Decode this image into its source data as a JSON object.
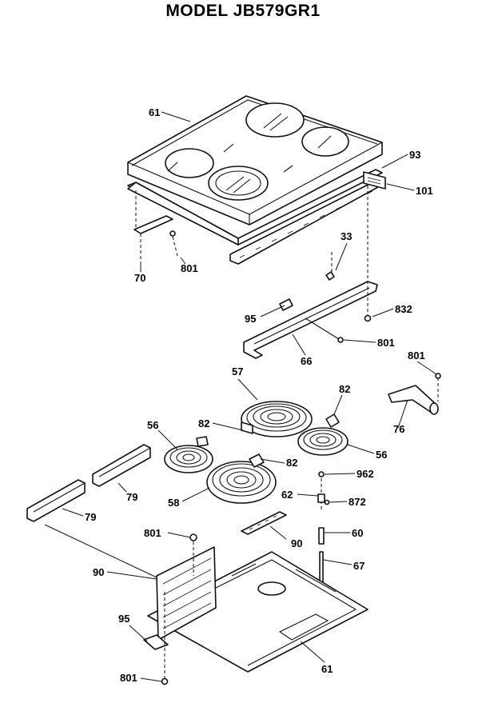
{
  "title": "MODEL JB579GR1",
  "labels": {
    "glass_cooktop": "61",
    "bracket_93": "93",
    "bracket_101": "101",
    "strip_70": "70",
    "screw_801_a": "801",
    "sensor_33": "33",
    "clip_95_top": "95",
    "screw_832": "832",
    "screw_801_b": "801",
    "channel_66": "66",
    "screw_801_c": "801",
    "wire_76": "76",
    "element_57": "57",
    "element_82_top": "82",
    "element_82_left": "82",
    "element_56_left": "56",
    "element_56_right": "56",
    "element_82_mid": "82",
    "element_58": "58",
    "bracket_79_a": "79",
    "bracket_79_b": "79",
    "washer_962": "962",
    "spacer_62": "62",
    "spring_872": "872",
    "spacer_60": "60",
    "rod_67": "67",
    "screw_801_d": "801",
    "bracket_90_a": "90",
    "bracket_90_b": "90",
    "clip_95_bottom": "95",
    "pan_61": "61",
    "screw_801_e": "801"
  }
}
